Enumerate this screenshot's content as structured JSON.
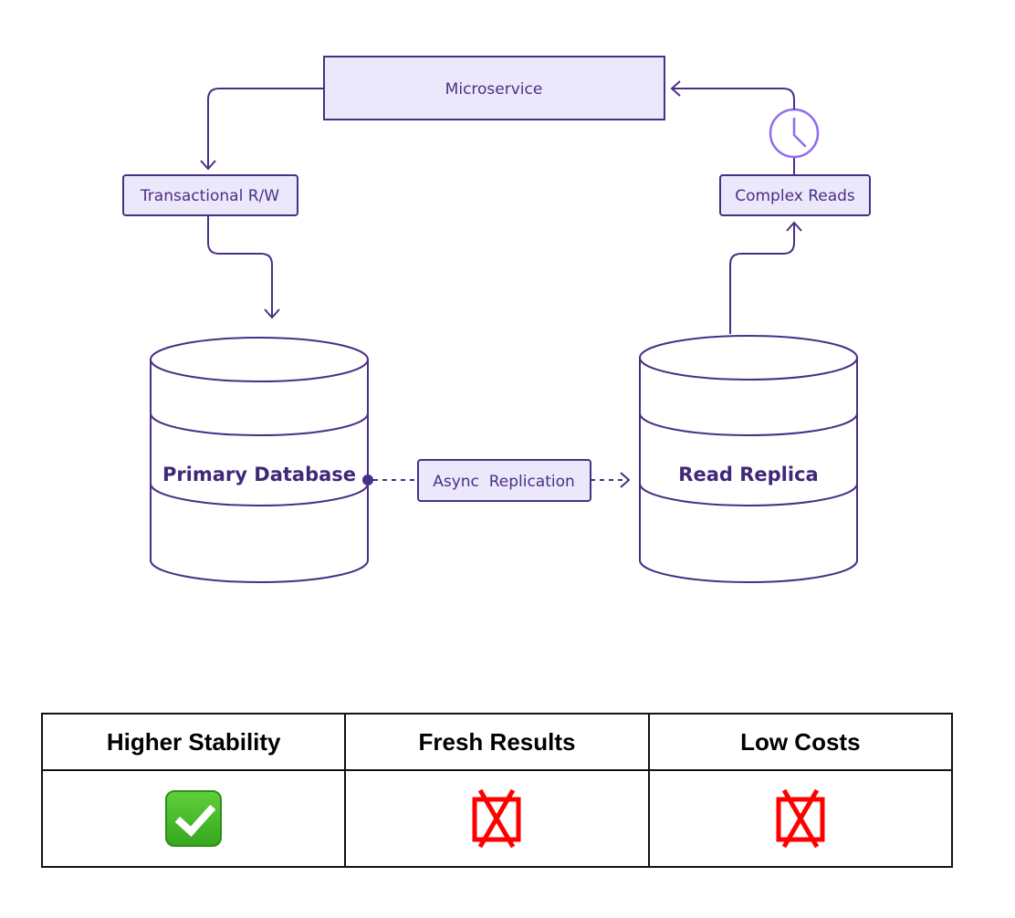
{
  "diagram": {
    "microservice": "Microservice",
    "transactional": "Transactional R/W",
    "complex_reads": "Complex Reads",
    "primary_db": "Primary Database",
    "async_replication": "Async  Replication",
    "read_replica": "Read Replica"
  },
  "table": {
    "headers": [
      "Higher Stability",
      "Fresh Results",
      "Low Costs"
    ],
    "values": [
      "yes",
      "no",
      "no"
    ]
  },
  "colors": {
    "stroke": "#4a2f86",
    "box_fill": "#ece8fb",
    "clock": "#8f6cf0",
    "check": "#3cb521",
    "cross": "#ff0000"
  }
}
